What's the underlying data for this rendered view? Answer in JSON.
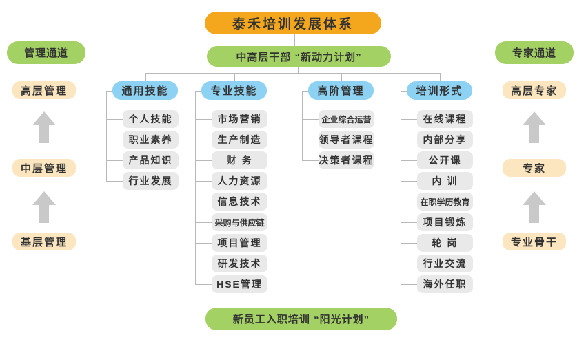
{
  "title": "泰禾培训发展体系",
  "subtitle": "中高层干部 “新动力计划”",
  "bottom_banner": "新员工入职培训 “阳光计划”",
  "left_channel": {
    "title": "管理通道",
    "levels": [
      "高层管理",
      "中层管理",
      "基层管理"
    ],
    "arrow_direction": "up"
  },
  "right_channel": {
    "title": "专家通道",
    "levels": [
      "高层专家",
      "专家",
      "专业骨干"
    ],
    "arrow_direction": "up"
  },
  "columns": [
    {
      "header": "通用技能",
      "items": [
        "个人技能",
        "职业素养",
        "产品知识",
        "行业发展"
      ]
    },
    {
      "header": "专业技能",
      "items": [
        "市场营销",
        "生产制造",
        "财 务",
        "人力资源",
        "信息技术",
        "采购与供应链",
        "项目管理",
        "研发技术",
        "HSE管理"
      ]
    },
    {
      "header": "高阶管理",
      "items": [
        "企业综合运营",
        "领导者课程",
        "决策者课程"
      ]
    },
    {
      "header": "培训形式",
      "items": [
        "在线课程",
        "内部分享",
        "公开课",
        "内 训",
        "在职学历教育",
        "项目锻炼",
        "轮 岗",
        "行业交流",
        "海外任职"
      ]
    }
  ],
  "colors": {
    "orange": "#F4A71D",
    "green": "#A3D164",
    "blue": "#8DD2F2",
    "tan": "#FBE6C0",
    "graybox": "#E9E9E9",
    "line": "#B8B8B8",
    "arrow": "#C9C9C9",
    "text": "#333333"
  }
}
